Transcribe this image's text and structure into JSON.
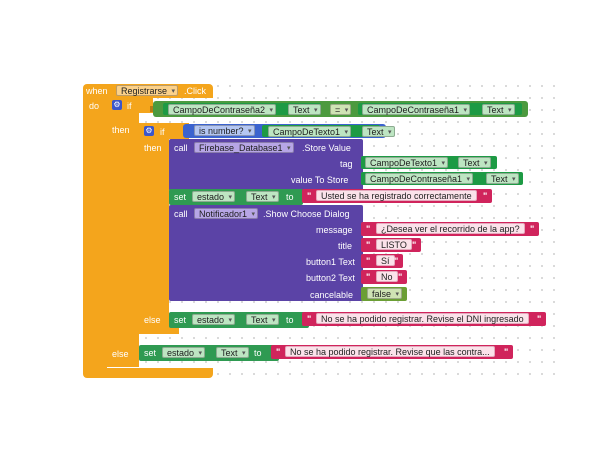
{
  "event": {
    "when": "when",
    "component": "Registrarse",
    "event_name": ".Click",
    "do": "do"
  },
  "outer_if": {
    "if": "if",
    "then": "then",
    "else": "else",
    "condition": {
      "left_component": "CampoDeContraseña2",
      "left_property": "Text",
      "operator": "=",
      "right_component": "CampoDeContraseña1",
      "right_property": "Text"
    }
  },
  "inner_if": {
    "if": "if",
    "then": "then",
    "else": "else",
    "condition": {
      "func": "is number?",
      "component": "CampoDeTexto1",
      "property": "Text"
    }
  },
  "store_value": {
    "call": "call",
    "component": "Firebase_Database1",
    "method": ".Store Value",
    "tag_label": "tag",
    "tag_component": "CampoDeTexto1",
    "tag_property": "Text",
    "value_label": "value To Store",
    "value_component": "CampoDeContraseña1",
    "value_property": "Text"
  },
  "set_success": {
    "set": "set",
    "component": "estado",
    "property": "Text",
    "to": "to",
    "text": "Usted se ha registrado correctamente"
  },
  "choose_dialog": {
    "call": "call",
    "component": "Notificador1",
    "method": ".Show Choose Dialog",
    "message_label": "message",
    "message": "¿Desea ver el recorrido de la app?",
    "title_label": "title",
    "title": "LISTO",
    "button1_label": "button1 Text",
    "button1": "Sí",
    "button2_label": "button2 Text",
    "button2": "No",
    "cancelable_label": "cancelable",
    "cancelable": "false"
  },
  "set_dni_error": {
    "set": "set",
    "component": "estado",
    "property": "Text",
    "to": "to",
    "text": "No se ha podido registrar. Revise el DNI ingresado"
  },
  "set_pass_error": {
    "set": "set",
    "component": "estado",
    "property": "Text",
    "to": "to",
    "text": "No se ha podido registrar. Revise que las contra..."
  }
}
